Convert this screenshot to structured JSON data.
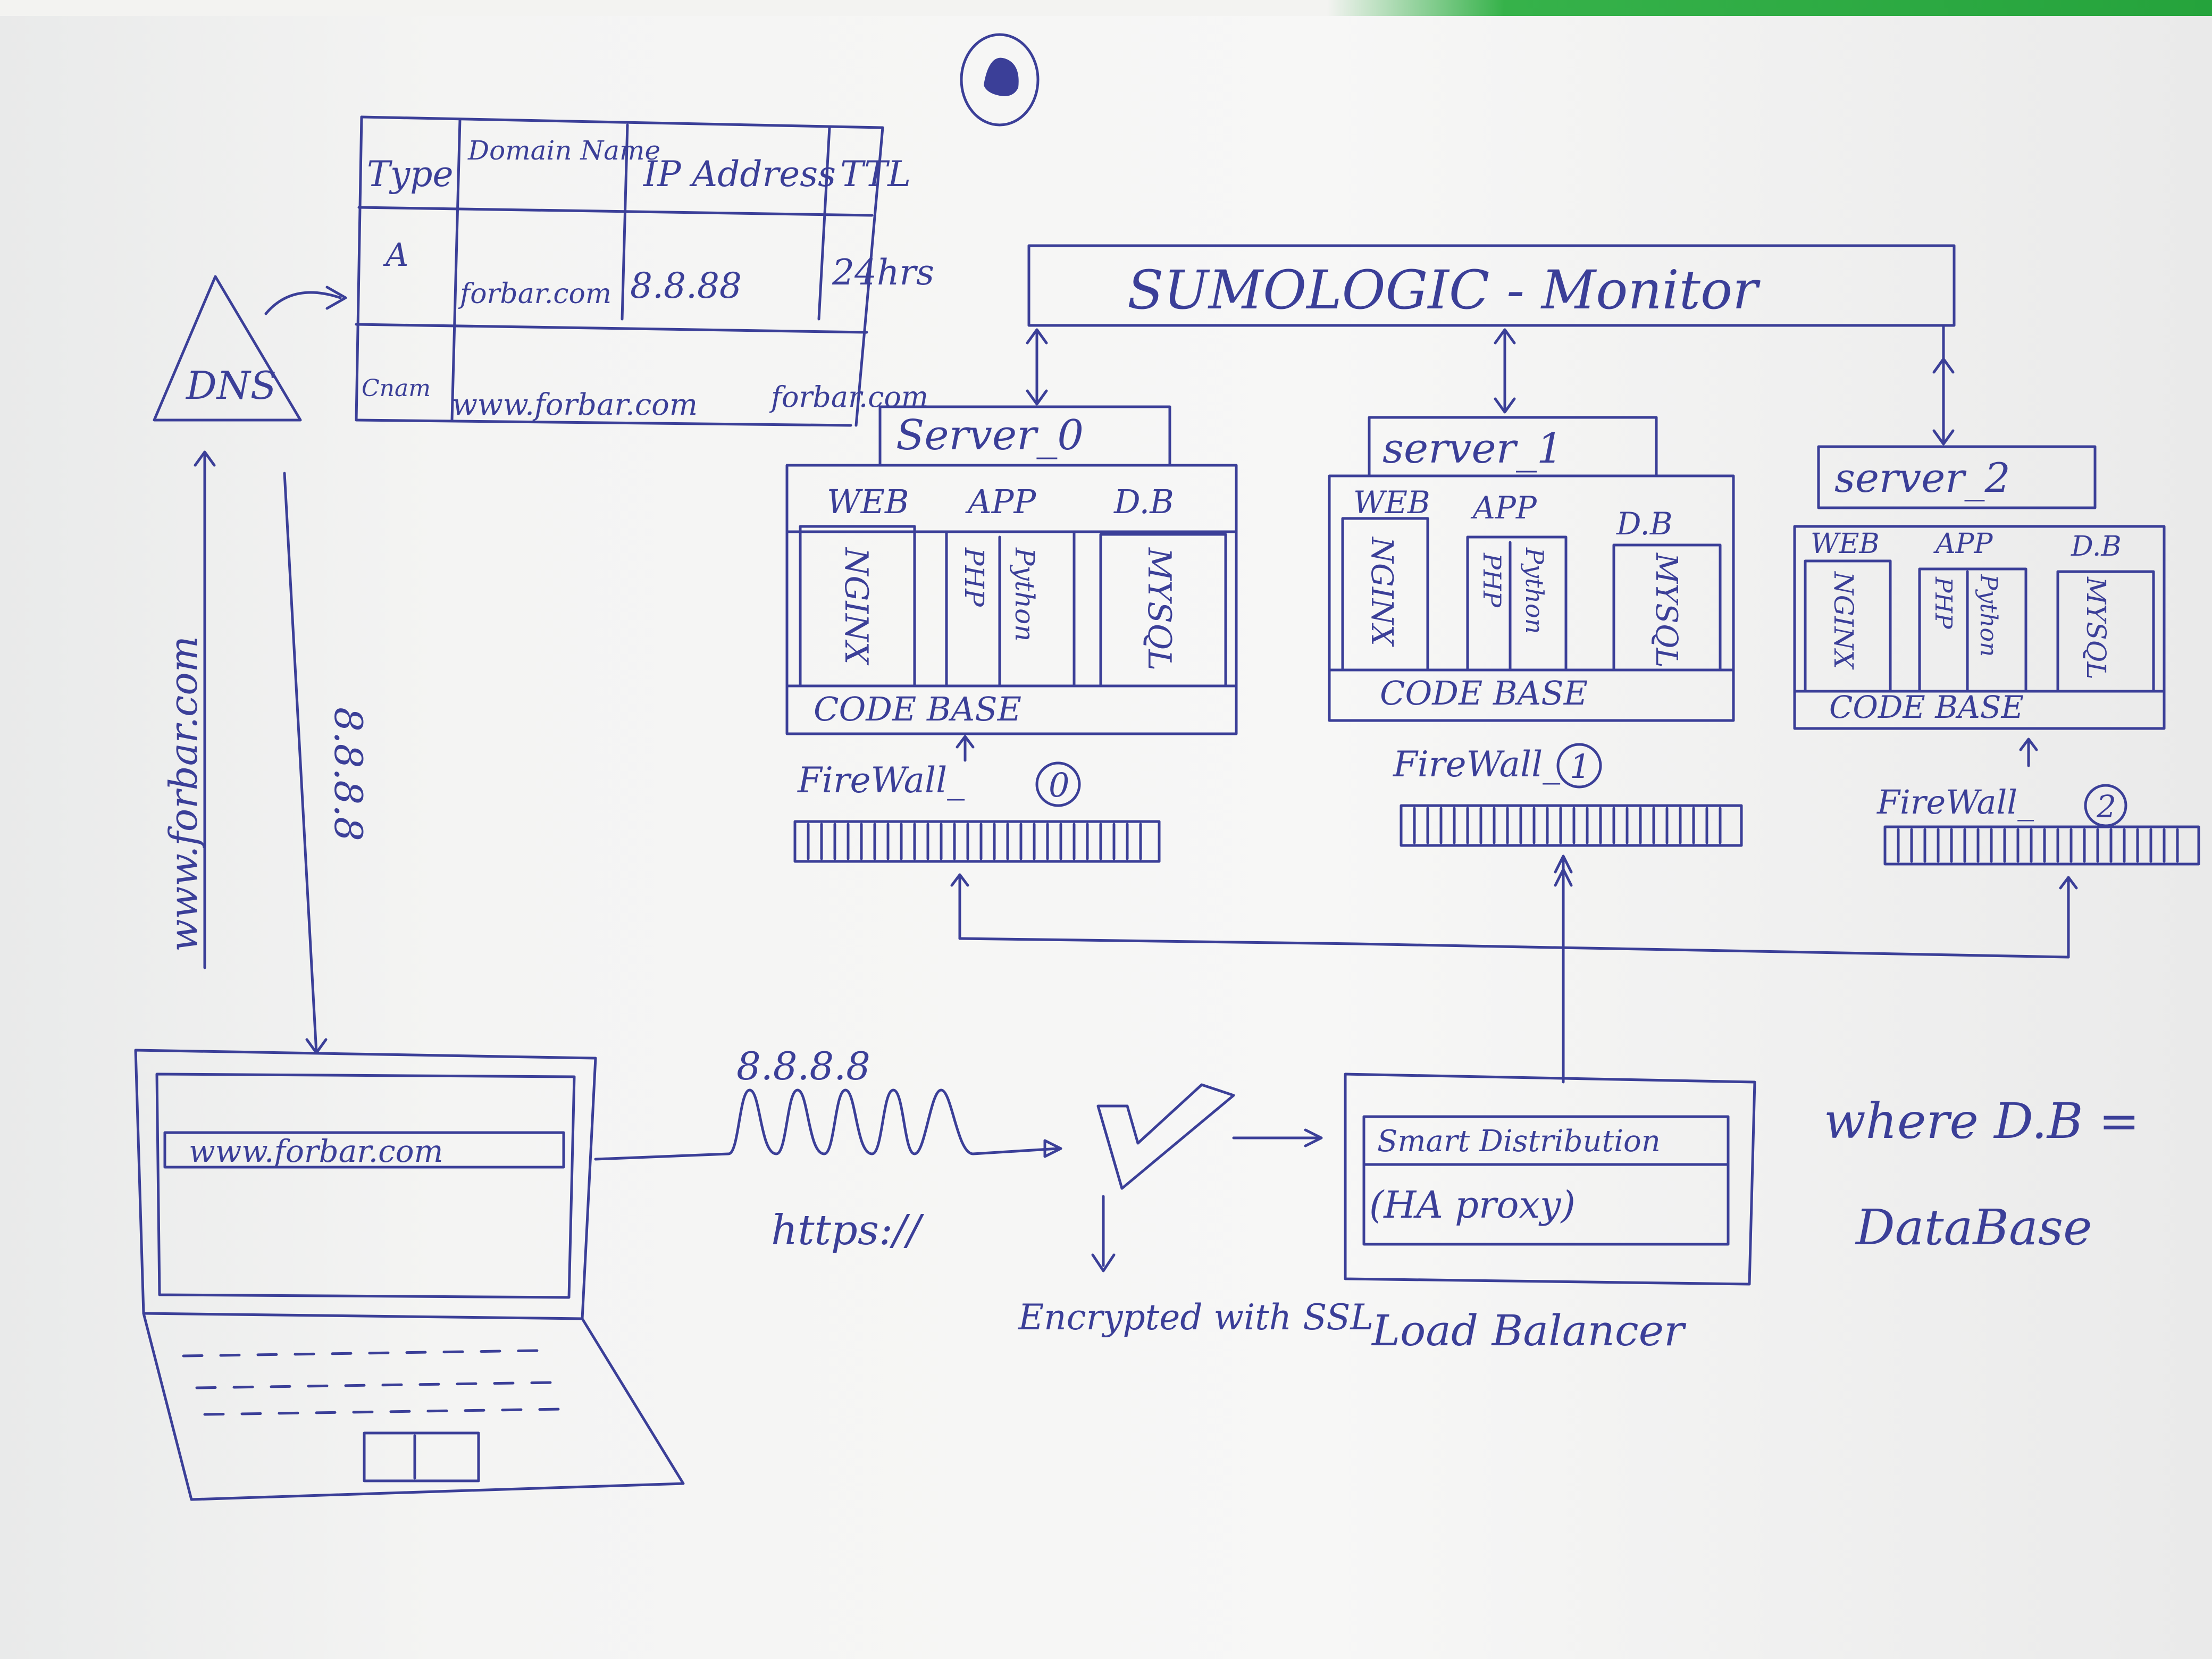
{
  "colors": {
    "ink": "#3b3f98",
    "paper": "#f4f4f3",
    "green_strip": "#2aa843"
  },
  "icon": "doodle-logo-icon",
  "dns": {
    "label": "DNS",
    "table": {
      "headers": [
        "Type",
        "Domain Name",
        "IP Address",
        "TTL"
      ],
      "row_a": {
        "type": "A",
        "domain": "forbar.com",
        "ip": "8.8.88",
        "ttl": "24hrs"
      },
      "row_cname": {
        "type": "Cnam",
        "domain": "www.forbar.com",
        "target": "forbar.com"
      }
    }
  },
  "monitor": {
    "label": "SUMOLOGIC - Monitor"
  },
  "servers": [
    {
      "name": "Server_0",
      "web": "WEB",
      "app": "APP",
      "db": "D.B",
      "web_sw": "NGINX",
      "app_sw1": "PHP",
      "app_sw2": "Python",
      "db_sw": "MYSQL",
      "codebase": "CODE BASE",
      "firewall": "FireWall_",
      "fw_num": "0"
    },
    {
      "name": "server_1",
      "web": "WEB",
      "app": "APP",
      "db": "D.B",
      "web_sw": "NGINX",
      "app_sw1": "PHP",
      "app_sw2": "Python",
      "db_sw": "MYSQL",
      "codebase": "CODE BASE",
      "firewall": "FireWall_",
      "fw_num": "1"
    },
    {
      "name": "server_2",
      "web": "WEB",
      "app": "APP",
      "db": "D.B",
      "web_sw": "NGINX",
      "app_sw1": "PHP",
      "app_sw2": "Python",
      "db_sw": "MYSQL",
      "codebase": "CODE BASE",
      "firewall": "FireWall_",
      "fw_num": "2"
    }
  ],
  "laptop": {
    "url": "www.forbar.com"
  },
  "arrows": {
    "dns_query": "www.forbar.com",
    "dns_response": "8.8.8.8"
  },
  "connection": {
    "ip": "8.8.8.8",
    "protocol": "https://"
  },
  "ssl": {
    "label": "Encrypted with SSL"
  },
  "load_balancer": {
    "inner1": "Smart Distribution",
    "inner2": "(HA proxy)",
    "label": "Load Balancer"
  },
  "note": {
    "line1": "where D.B =",
    "line2": "DataBase"
  }
}
